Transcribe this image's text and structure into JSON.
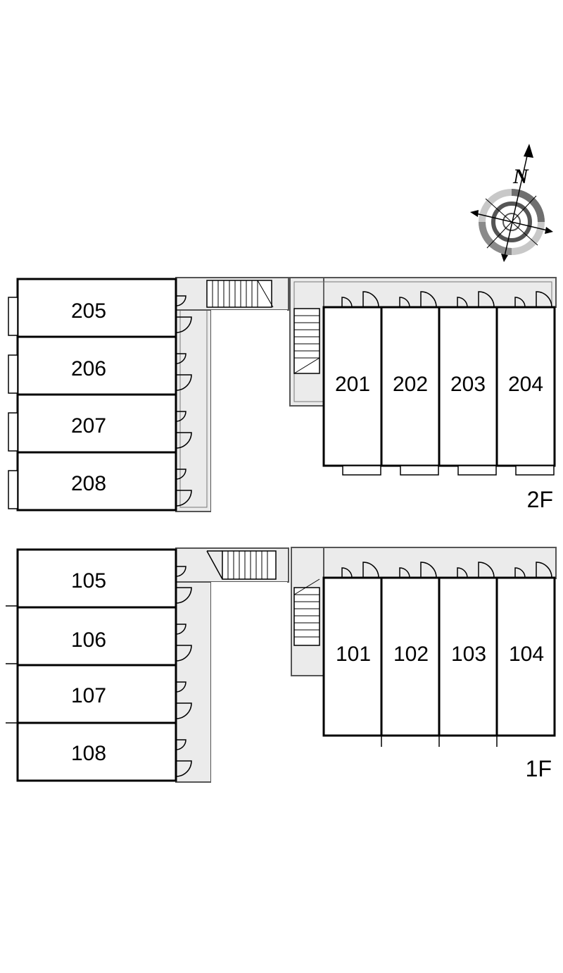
{
  "compass": {
    "letter": "N",
    "ring_color": "#9a9a9a"
  },
  "floors": {
    "second": {
      "label": "2F",
      "rooms_west": [
        "205",
        "206",
        "207",
        "208"
      ],
      "rooms_east": [
        "201",
        "202",
        "203",
        "204"
      ]
    },
    "first": {
      "label": "1F",
      "rooms_west": [
        "105",
        "106",
        "107",
        "108"
      ],
      "rooms_east": [
        "101",
        "102",
        "103",
        "104"
      ]
    }
  },
  "colors": {
    "corridor": "#ebebeb",
    "wall": "#000000",
    "outline": "#555555"
  }
}
